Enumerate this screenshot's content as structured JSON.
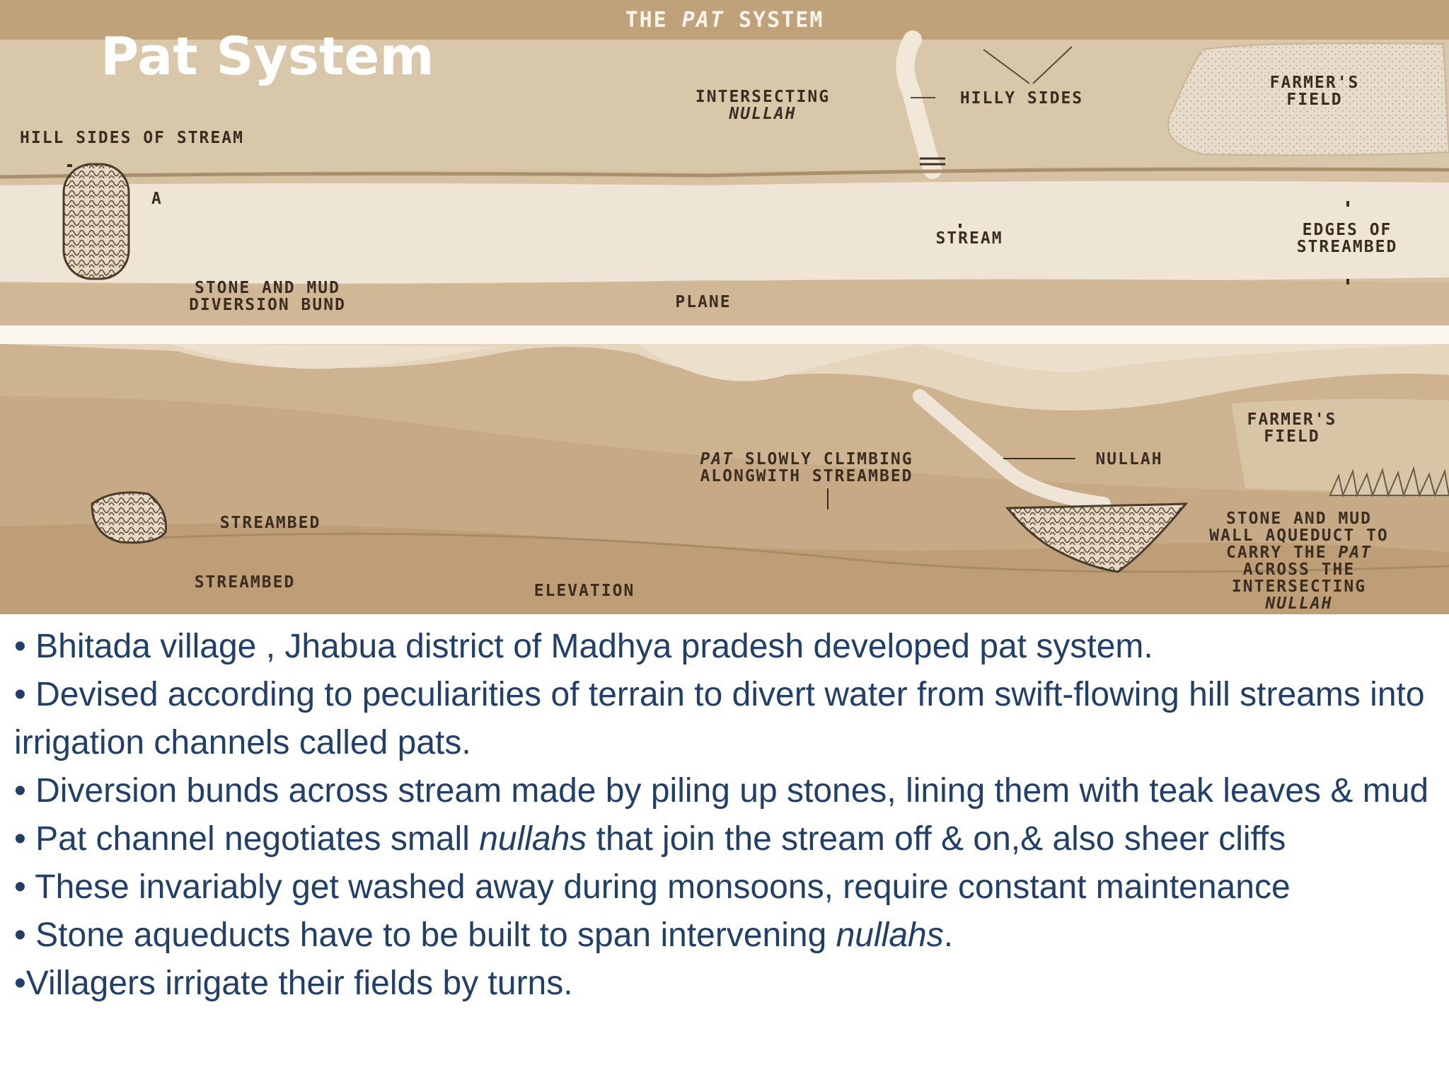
{
  "slide": {
    "title": "Pat System"
  },
  "diagram": {
    "banner": {
      "prefix": "THE ",
      "emphasis": "PAT",
      "suffix": " SYSTEM"
    },
    "top_panel": {
      "hill_sides": "HILL SIDES OF STREAM",
      "intersecting": "INTERSECTING",
      "nullah": "NULLAH",
      "hilly_sides": "HILLY SIDES",
      "farmers_field_1": "FARMER'S",
      "farmers_field_2": "FIELD",
      "marker_a": "A",
      "stream": "STREAM",
      "edges_1": "EDGES OF",
      "edges_2": "STREAMBED",
      "bund_1": "STONE AND MUD",
      "bund_2": "DIVERSION BUND",
      "plane": "PLANE"
    },
    "bottom_panel": {
      "farmers_field_1": "FARMER'S",
      "farmers_field_2": "FIELD",
      "pat_italic": "PAT",
      "pat_rest": " SLOWLY CLIMBING",
      "alongwith": "ALONGWITH STREAMBED",
      "nullah": "NULLAH",
      "streambed_1": "STREAMBED",
      "streambed_2": "STREAMBED",
      "elevation": "ELEVATION",
      "aqueduct_1": "STONE AND MUD",
      "aqueduct_2": "WALL AQUEDUCT TO",
      "aqueduct_3a": "CARRY THE ",
      "aqueduct_3b": "PAT",
      "aqueduct_4": "ACROSS THE",
      "aqueduct_5": "INTERSECTING",
      "aqueduct_6": "NULLAH"
    }
  },
  "bullets": {
    "b1": "• Bhitada village , Jhabua district of Madhya pradesh developed  pat system.",
    "b2": "• Devised according to peculiarities of terrain to divert water from swift-flowing hill streams into irrigation channels called pats.",
    "b3": "• Diversion bunds across stream made by piling up stones, lining them with teak leaves & mud",
    "b4_a": "• Pat channel negotiates small ",
    "b4_em": "nullahs",
    "b4_b": " that join the stream off & on,& also sheer cliffs",
    "b5": "• These invariably get washed away during monsoons, require constant maintenance",
    "b6_a": "• Stone aqueducts have to be built to span intervening ",
    "b6_em": "nullahs",
    "b6_b": ".",
    "b7": "•Villagers irrigate their fields by turns."
  },
  "colors": {
    "banner": "#bfa27a",
    "hill": "#d7c3a3",
    "stream": "#efe5d6",
    "label": "#3a2e22",
    "bullet_text": "#213f6b"
  }
}
